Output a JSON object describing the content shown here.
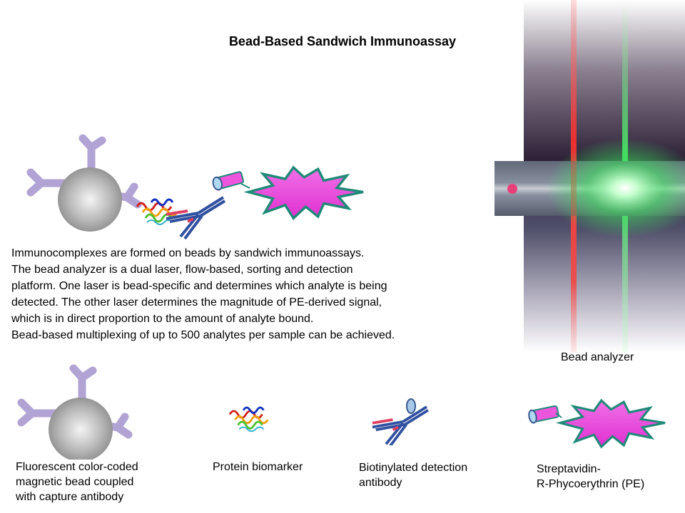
{
  "title": "Bead-Based Sandwich Immunoassay",
  "description_lines": [
    "Immunocomplexes are formed on beads by sandwich immunoassays.",
    "The bead analyzer is a dual laser, flow-based, sorting and detection",
    "platform. One laser is bead-specific and determines which analyte is being",
    "detected. The other laser determines the magnitude of PE-derived signal,",
    "which is in direct proportion to the amount of analyte bound.",
    "Bead-based multiplexing of up to 500 analytes per sample can be achieved."
  ],
  "analyzer_label": "Bead analyzer",
  "legend": [
    {
      "lines": [
        "Fluorescent color-coded",
        "magnetic bead coupled",
        "with capture antibody"
      ]
    },
    {
      "lines": [
        "Protein biomarker"
      ]
    },
    {
      "lines": [
        "Biotinylated detection",
        "antibody"
      ]
    },
    {
      "lines": [
        "Streptavidin-",
        "R-Phycoerythrin (PE)"
      ]
    }
  ],
  "colors": {
    "antibody_purple": "#a99ad0",
    "pe_magenta": "#ee44dd",
    "pe_outline": "#1f8a78",
    "red_laser": "#e83030",
    "green_laser": "#40f060"
  }
}
